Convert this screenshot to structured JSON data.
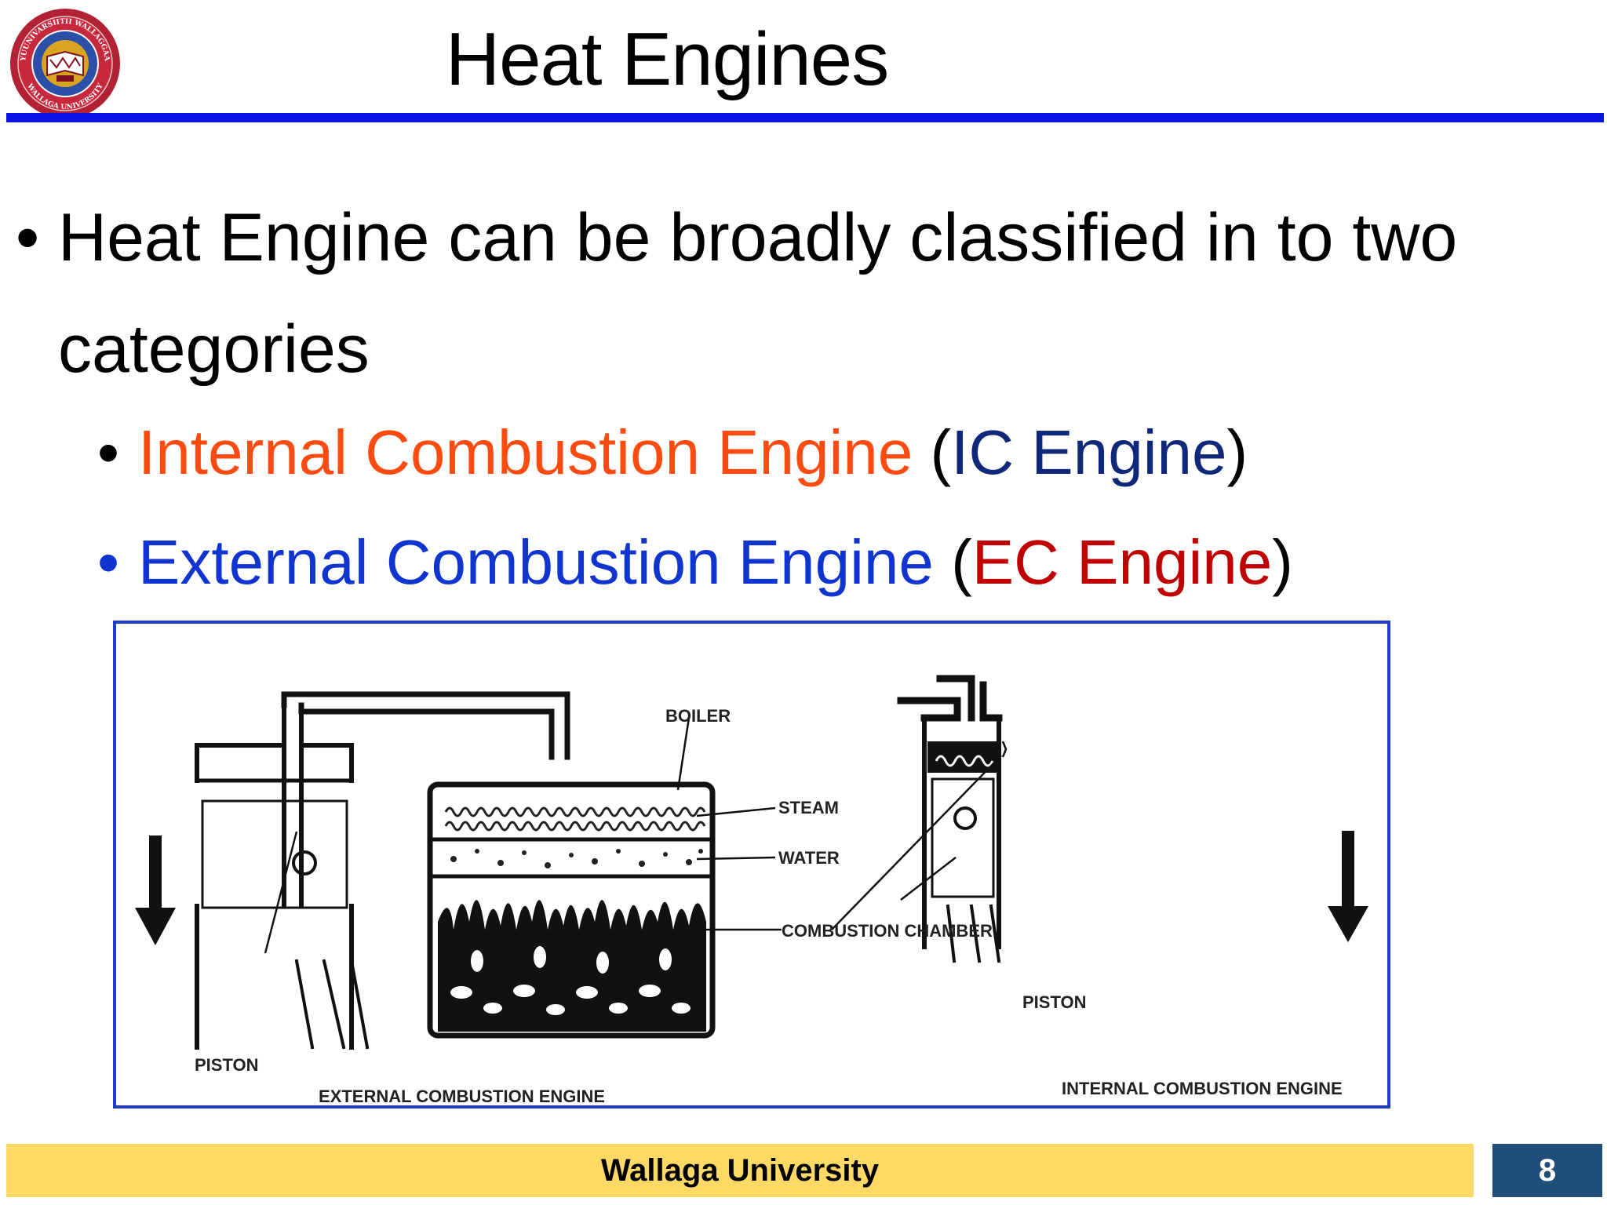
{
  "slide": {
    "title": "Heat Engines",
    "bullet_main": "Heat Engine can be broadly classified in to two categories",
    "bullet_glyph": "•",
    "sub_items": [
      {
        "name": "Internal Combustion Engine",
        "open": " (",
        "abbr": "IC Engine",
        "close": ")"
      },
      {
        "name": "External Combustion Engine",
        "open": " (",
        "abbr": "EC Engine",
        "close": ")"
      }
    ]
  },
  "logo": {
    "ring_top": "YUUNIVARSIITII WALLAGGAA",
    "ring_bottom": "WALLAGA UNIVERSITY"
  },
  "diagram": {
    "labels": {
      "boiler": "BOILER",
      "steam": "STEAM",
      "water": "WATER",
      "combustion_chamber": "COMBUSTION CHAMBER",
      "piston_left": "PISTON",
      "piston_right": "PISTON",
      "caption_left": "EXTERNAL COMBUSTION ENGINE",
      "caption_right": "INTERNAL COMBUSTION ENGINE"
    }
  },
  "footer": {
    "text": "Wallaga University",
    "page": "8"
  },
  "colors": {
    "title_rule": "#0a14e6",
    "ic_name": "#ff4a10",
    "ic_abbr": "#10287a",
    "ec_name": "#1034d0",
    "ec_abbr": "#c00000",
    "footer_bg": "#ffd966",
    "page_bg": "#1f4e79"
  }
}
